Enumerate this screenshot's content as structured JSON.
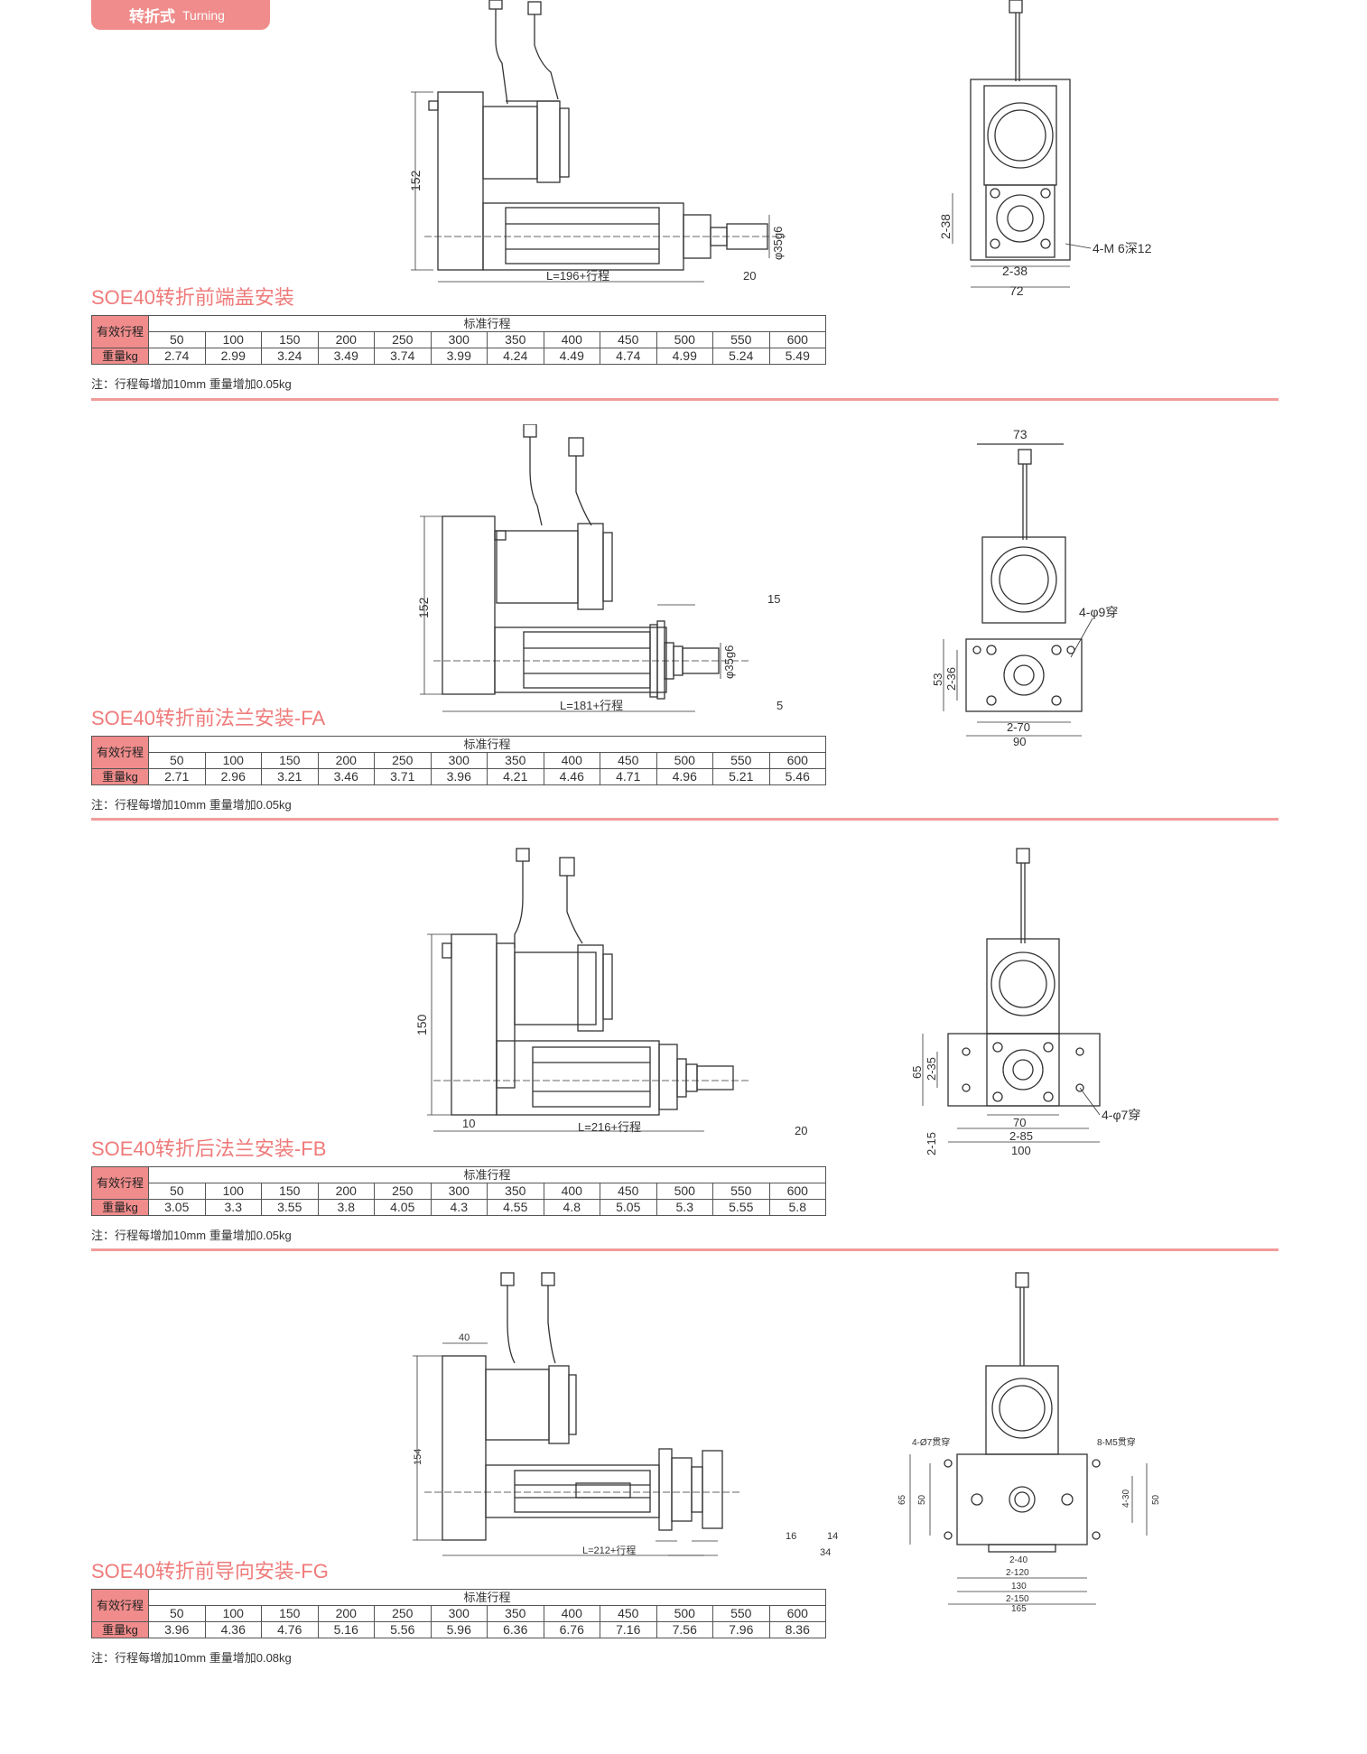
{
  "header": {
    "tag_cn": "转折式",
    "tag_en": "Turning"
  },
  "sections": [
    {
      "title": "SOE40转折前端盖安装",
      "row_label_stroke": "有效行程",
      "std_label": "标准行程",
      "row_label_weight": "重量kg",
      "strokes": [
        "50",
        "100",
        "150",
        "200",
        "250",
        "300",
        "350",
        "400",
        "450",
        "500",
        "550",
        "600"
      ],
      "weights": [
        "2.74",
        "2.99",
        "3.24",
        "3.49",
        "3.74",
        "3.99",
        "4.24",
        "4.49",
        "4.74",
        "4.99",
        "5.24",
        "5.49"
      ],
      "note": "注：行程每增加10mm 重量增加0.05kg",
      "dims": {
        "height": "152",
        "length": "L=196+行程",
        "end": "20",
        "shaft": "φ35g6",
        "side_a": "2-38",
        "side_b": "2-38",
        "width": "72",
        "holes": "4-M 6深12"
      }
    },
    {
      "title": "SOE40转折前法兰安装-FA",
      "row_label_stroke": "有效行程",
      "std_label": "标准行程",
      "row_label_weight": "重量kg",
      "strokes": [
        "50",
        "100",
        "150",
        "200",
        "250",
        "300",
        "350",
        "400",
        "450",
        "500",
        "550",
        "600"
      ],
      "weights": [
        "2.71",
        "2.96",
        "3.21",
        "3.46",
        "3.71",
        "3.96",
        "4.21",
        "4.46",
        "4.71",
        "4.96",
        "5.21",
        "5.46"
      ],
      "note": "注：行程每增加10mm 重量增加0.05kg",
      "dims": {
        "height": "152",
        "length": "L=181+行程",
        "flange": "15",
        "end": "5",
        "shaft": "φ35g6",
        "top": "73",
        "holes": "4-φ9穿",
        "side_a": "53",
        "side_b": "2-36",
        "bottom_a": "2-70",
        "bottom_b": "90"
      }
    },
    {
      "title": "SOE40转折后法兰安装-FB",
      "row_label_stroke": "有效行程",
      "std_label": "标准行程",
      "row_label_weight": "重量kg",
      "strokes": [
        "50",
        "100",
        "150",
        "200",
        "250",
        "300",
        "350",
        "400",
        "450",
        "500",
        "550",
        "600"
      ],
      "weights": [
        "3.05",
        "3.3",
        "3.55",
        "3.8",
        "4.05",
        "4.3",
        "4.55",
        "4.8",
        "5.05",
        "5.3",
        "5.55",
        "5.8"
      ],
      "note": "注：行程每增加10mm 重量增加0.05kg",
      "dims": {
        "height": "150",
        "length": "L=216+行程",
        "start": "10",
        "end": "20",
        "side_a": "65",
        "side_b": "2-35",
        "side_c": "2-15",
        "holes": "4-φ7穿",
        "bottom_a": "70",
        "bottom_b": "2-85",
        "bottom_c": "100"
      }
    },
    {
      "title": "SOE40转折前导向安装-FG",
      "row_label_stroke": "有效行程",
      "std_label": "标准行程",
      "row_label_weight": "重量kg",
      "strokes": [
        "50",
        "100",
        "150",
        "200",
        "250",
        "300",
        "350",
        "400",
        "450",
        "500",
        "550",
        "600"
      ],
      "weights": [
        "3.96",
        "4.36",
        "4.76",
        "5.16",
        "5.56",
        "5.96",
        "6.36",
        "6.76",
        "7.16",
        "7.56",
        "7.96",
        "8.36"
      ],
      "note": "注：行程每增加10mm 重量增加0.08kg",
      "dims": {
        "height": "154",
        "length": "L=212+行程",
        "top": "40",
        "a": "16",
        "b": "14",
        "c": "34",
        "holes_left": "4-Ø7贯穿",
        "holes_right": "8-M5贯穿",
        "s1": "65",
        "s2": "50",
        "s3": "4-30",
        "s4": "50",
        "b1": "2-40",
        "b2": "2-120",
        "b3": "130",
        "b4": "2-150",
        "b5": "165"
      }
    }
  ],
  "colors": {
    "accent": "#f08c8c",
    "title": "#ef7b7b",
    "divider": "#f29b9b",
    "line": "#333333"
  }
}
